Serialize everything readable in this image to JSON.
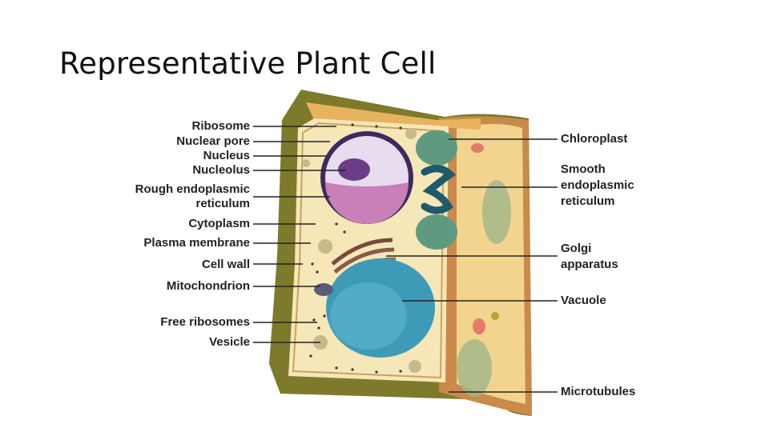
{
  "title": "Representative Plant Cell",
  "labels": {
    "ribosome": "Ribosome",
    "nuclear_pore": "Nuclear pore",
    "nucleus": "Nucleus",
    "nucleolus": "Nucleolus",
    "rough_er_1": "Rough endoplasmic",
    "rough_er_2": "reticulum",
    "cytoplasm": "Cytoplasm",
    "plasma_membrane": "Plasma membrane",
    "cell_wall": "Cell wall",
    "mitochondrion": "Mitochondrion",
    "free_ribosomes": "Free ribosomes",
    "vesicle": "Vesicle",
    "chloroplast": "Chloroplast",
    "smooth_er_1": "Smooth",
    "smooth_er_2": "endoplasmic",
    "smooth_er_3": "reticulum",
    "golgi_1": "Golgi",
    "golgi_2": "apparatus",
    "vacuole": "Vacuole",
    "microtubules": "Microtubules"
  },
  "colors": {
    "cell_wall": "#7e7a2c",
    "cytoplasm": "#f5e7b8",
    "nucleus": "#8e4f93",
    "vacuole": "#3e9bb8",
    "chloroplast": "#5f9a80",
    "leader_line": "#222222"
  }
}
